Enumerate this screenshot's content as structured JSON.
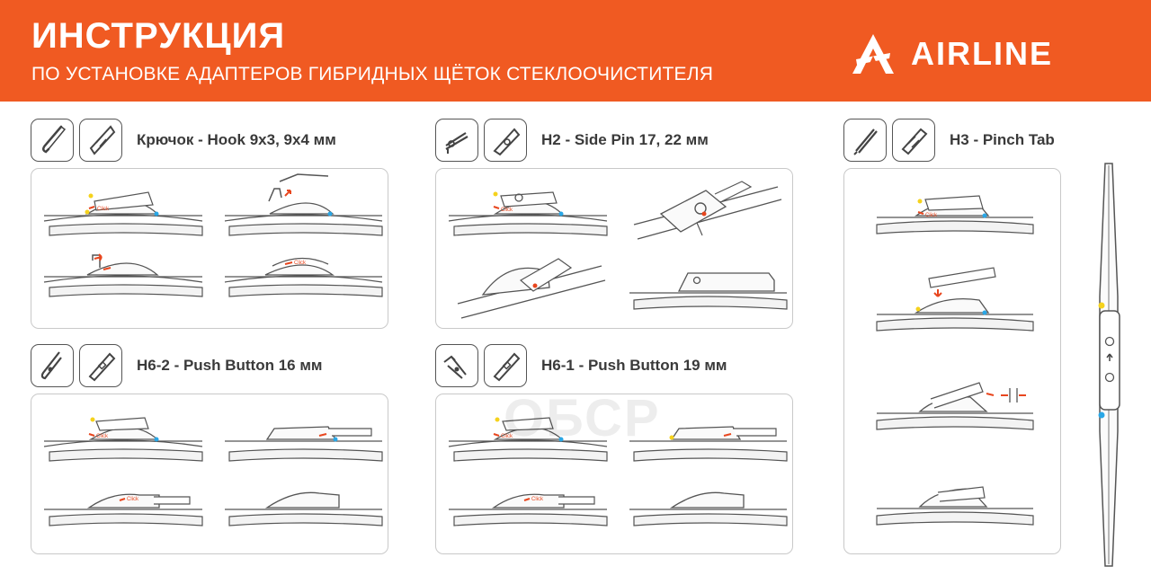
{
  "header": {
    "title": "ИНСТРУКЦИЯ",
    "subtitle": "ПО УСТАНОВКЕ АДАПТЕРОВ ГИБРИДНЫХ ЩЁТОК СТЕКЛООЧИСТИТЕЛЯ",
    "brand_name": "AIRLINE",
    "brand_icon": "airline-logo-icon",
    "accent_color": "#f05a22"
  },
  "sections": {
    "hook": {
      "title": "Крючок - Hook 9х3, 9х4 мм",
      "icons": [
        "hook-adapter-icon",
        "hook-clip-icon"
      ]
    },
    "h2": {
      "title": "H2 - Side Pin 17, 22 мм",
      "icons": [
        "side-pin-adapter-icon",
        "side-pin-clip-icon"
      ]
    },
    "h3": {
      "title": "H3 - Pinch Tab",
      "icons": [
        "pinch-tab-adapter-icon",
        "pinch-tab-clip-icon"
      ]
    },
    "h62": {
      "title": "H6-2 - Push Button 16 мм",
      "icons": [
        "push-button-16-adapter-icon",
        "push-button-16-clip-icon"
      ]
    },
    "h61": {
      "title": "H6-1 - Push Button 19 мм",
      "icons": [
        "push-button-19-adapter-icon",
        "push-button-19-clip-icon"
      ]
    }
  },
  "step_label": "Click",
  "watermark": "ОБСР",
  "marker_colors": {
    "yellow": "#f5d21c",
    "blue": "#2aa7e6",
    "red": "#e8461e"
  }
}
